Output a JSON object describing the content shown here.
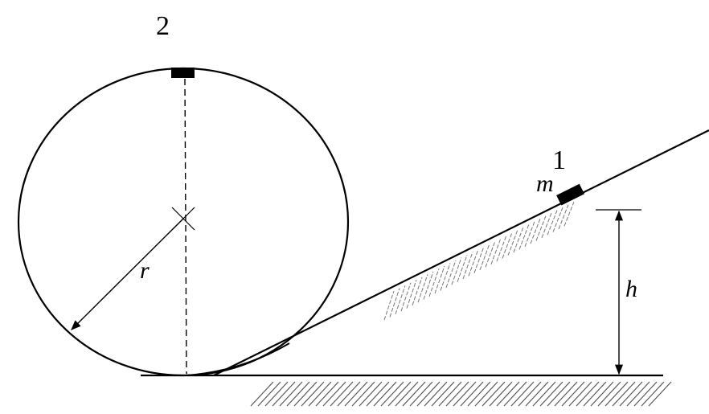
{
  "labels": {
    "point_2": "2",
    "point_1": "1",
    "mass": "m",
    "radius": "r",
    "height": "h"
  },
  "colors": {
    "ink": "#000000",
    "hatch": "#555555"
  }
}
